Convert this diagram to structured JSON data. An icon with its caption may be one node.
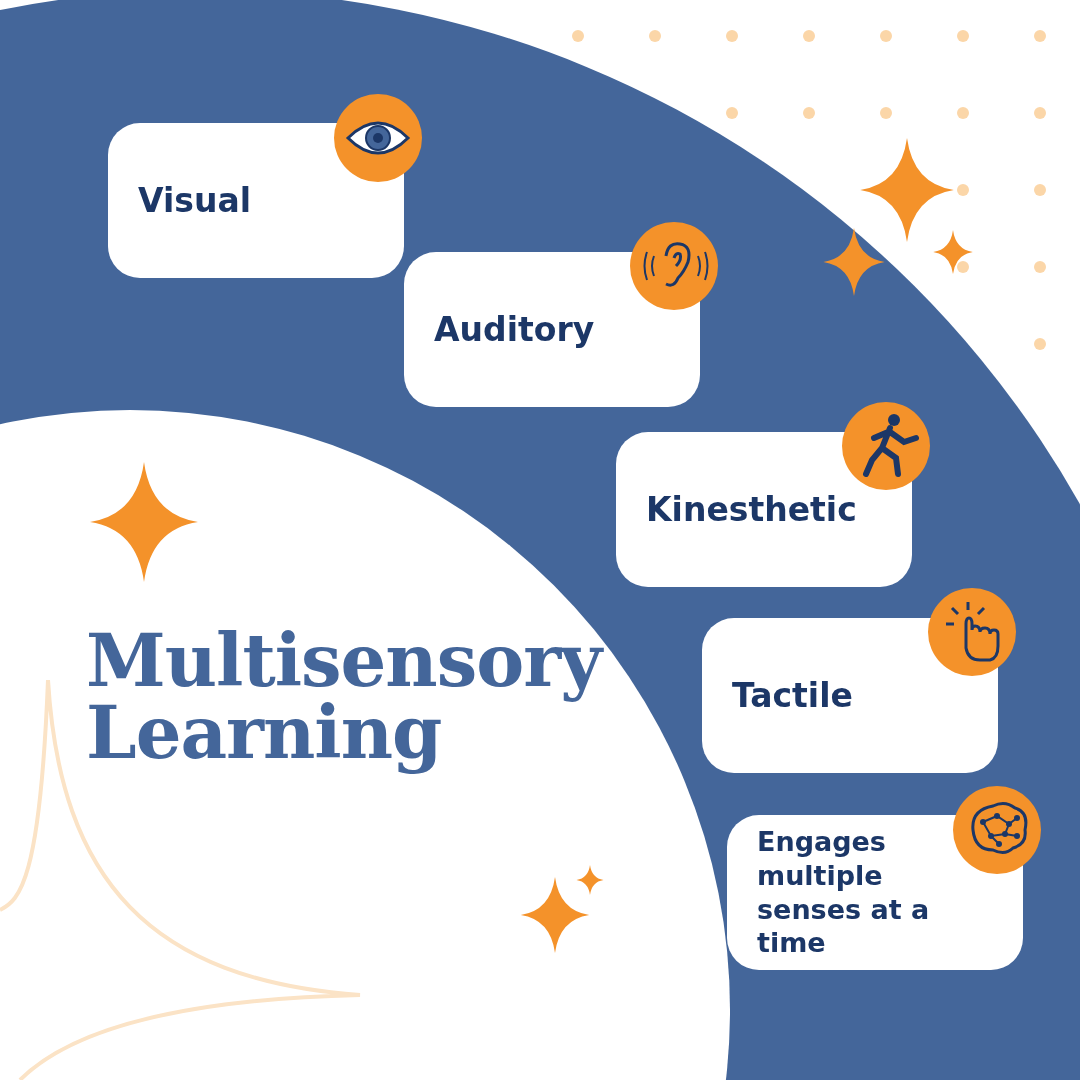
{
  "diagram": {
    "title": "Multisensory Learning",
    "nodes": [
      {
        "text": [
          "Visual"
        ]
      },
      {
        "text": [
          "Auditory"
        ]
      },
      {
        "text": [
          "Kinesthetic"
        ]
      },
      {
        "text": [
          "Tactile"
        ]
      },
      {
        "text": [
          "Engages multiple senses at a time"
        ]
      }
    ]
  }
}
